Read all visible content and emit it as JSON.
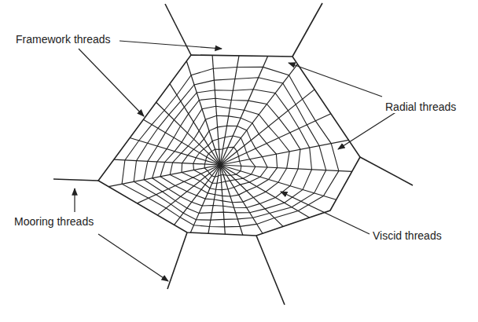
{
  "diagram": {
    "labels": [
      "Framework threads",
      "Radial threads",
      "Mooring threads",
      "Viscid threads"
    ]
  }
}
